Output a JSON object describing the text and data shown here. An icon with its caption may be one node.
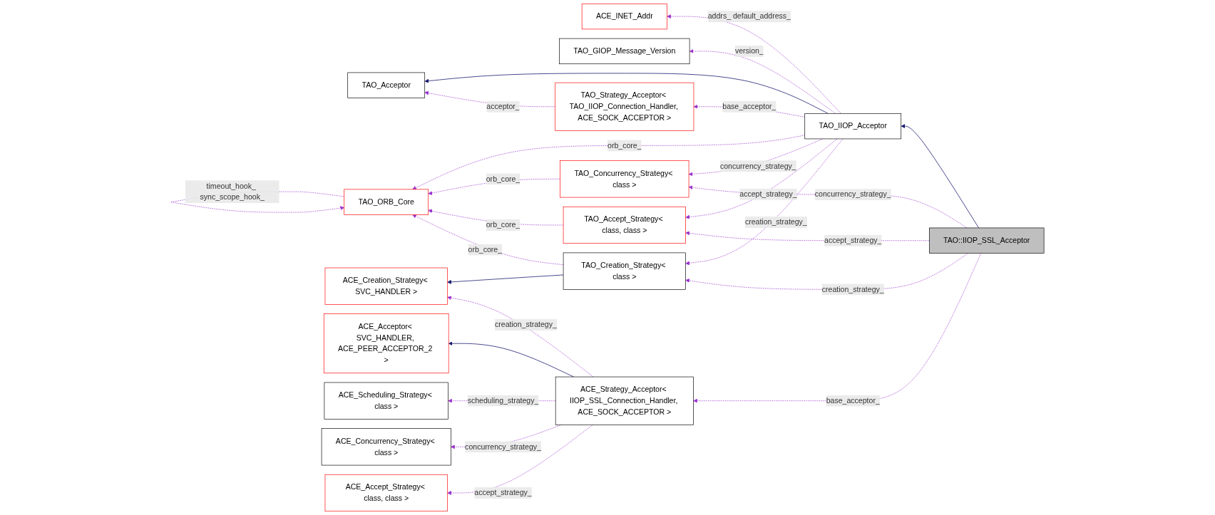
{
  "diagram": {
    "nodes": [
      {
        "text": [
          "TAO_Acceptor"
        ]
      },
      {
        "text": [
          "ACE_INET_Addr"
        ]
      },
      {
        "text": [
          "TAO_GIOP_Message_Version"
        ]
      },
      {
        "text": [
          "TAO_Strategy_Acceptor< TAO_IIOP_Connection_Handler, ACE_SOCK_ACCEPTOR >"
        ]
      },
      {
        "text": [
          "TAO_IIOP_Acceptor"
        ]
      },
      {
        "text": [
          "TAO_ORB_Core"
        ]
      },
      {
        "text": [
          "TAO_Concurrency_Strategy< class >"
        ]
      },
      {
        "text": [
          "TAO_Accept_Strategy< class, class >"
        ]
      },
      {
        "text": [
          "ACE_Creation_Strategy< SVC_HANDLER >"
        ]
      },
      {
        "text": [
          "TAO_Creation_Strategy< class >"
        ]
      },
      {
        "text": [
          "TAO::IIOP_SSL_Acceptor"
        ]
      },
      {
        "text": [
          "ACE_Acceptor< SVC_HANDLER, ACE_PEER_ACCEPTOR_2 >"
        ]
      },
      {
        "text": [
          "ACE_Scheduling_Strategy< class >"
        ]
      },
      {
        "text": [
          "ACE_Strategy_Acceptor< IIOP_SSL_Connection_Handler, ACE_SOCK_ACCEPTOR >"
        ]
      },
      {
        "text": [
          "ACE_Concurrency_Strategy< class >"
        ]
      },
      {
        "text": [
          "ACE_Accept_Strategy< class, class >"
        ]
      }
    ],
    "edges": [
      {
        "from": 4,
        "to": 0,
        "arrow": "to",
        "color": "#191970"
      },
      {
        "from": 4,
        "to": 1,
        "arrow": "to",
        "label": "addrs_ default_address_",
        "style": "dashed"
      },
      {
        "from": 4,
        "to": 2,
        "arrow": "to",
        "label": "version_",
        "style": "dashed"
      },
      {
        "from": 4,
        "to": 3,
        "arrow": "to",
        "label": "base_acceptor_",
        "style": "dashed"
      },
      {
        "from": 3,
        "to": 0,
        "arrow": "to",
        "label": "acceptor_",
        "style": "dashed"
      },
      {
        "from": 4,
        "to": 5,
        "arrow": "to",
        "label": "orb_core_",
        "style": "dashed"
      },
      {
        "from": 5,
        "to": 5,
        "arrow": "to",
        "label": "timeout_hook_ sync_scope_hook_",
        "style": "dashed"
      },
      {
        "from": 4,
        "to": 6,
        "arrow": "to",
        "label": "concurrency_strategy_",
        "style": "dashed"
      },
      {
        "from": 4,
        "to": 7,
        "arrow": "to",
        "label": "accept_strategy_",
        "style": "dashed"
      },
      {
        "from": 4,
        "to": 9,
        "arrow": "to",
        "label": "creation_strategy_",
        "style": "dashed"
      },
      {
        "from": 6,
        "to": 5,
        "arrow": "to",
        "label": "orb_core_",
        "style": "dashed"
      },
      {
        "from": 7,
        "to": 5,
        "arrow": "to",
        "label": "orb_core_",
        "style": "dashed"
      },
      {
        "from": 9,
        "to": 5,
        "arrow": "to",
        "label": "orb_core_",
        "style": "dashed"
      },
      {
        "from": 9,
        "to": 8,
        "arrow": "to",
        "color": "#191970"
      },
      {
        "from": 10,
        "to": 4,
        "arrow": "to",
        "color": "#191970"
      },
      {
        "from": 10,
        "to": 6,
        "arrow": "to",
        "label": "concurrency_strategy_",
        "style": "dashed"
      },
      {
        "from": 10,
        "to": 7,
        "arrow": "to",
        "label": "accept_strategy_",
        "style": "dashed"
      },
      {
        "from": 10,
        "to": 9,
        "arrow": "to",
        "label": "creation_strategy_",
        "style": "dashed"
      },
      {
        "from": 10,
        "to": 13,
        "arrow": "to",
        "label": "base_acceptor_",
        "style": "dashed"
      },
      {
        "from": 13,
        "to": 8,
        "arrow": "to",
        "label": "creation_strategy_",
        "style": "dashed"
      },
      {
        "from": 13,
        "to": 11,
        "arrow": "to",
        "color": "#191970"
      },
      {
        "from": 13,
        "to": 12,
        "arrow": "to",
        "label": "scheduling_strategy_",
        "style": "dashed"
      },
      {
        "from": 13,
        "to": 14,
        "arrow": "to",
        "label": "concurrency_strategy_",
        "style": "dashed"
      },
      {
        "from": 13,
        "to": 15,
        "arrow": "to",
        "label": "accept_strategy_",
        "style": "dashed"
      }
    ]
  }
}
